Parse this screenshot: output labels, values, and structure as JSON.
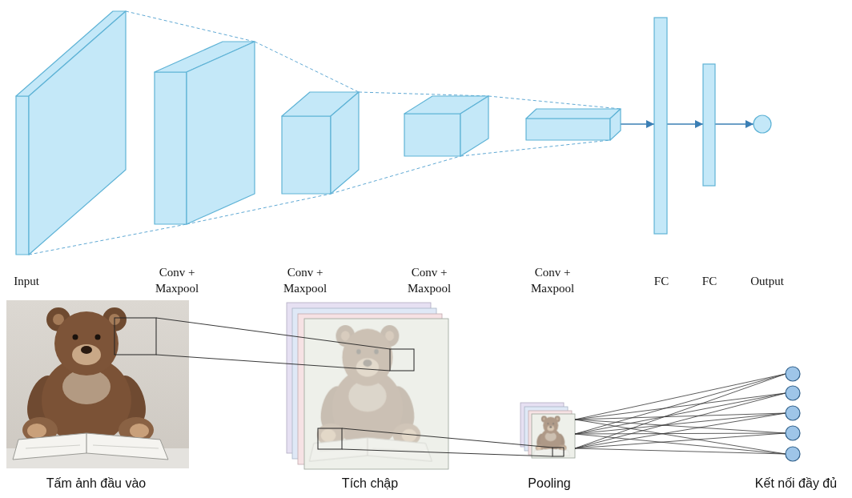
{
  "diagram": {
    "nodes": [
      {
        "text": [
          "Input"
        ]
      },
      {
        "text": [
          "Conv + Maxpool"
        ]
      },
      {
        "text": [
          "Conv + Maxpool"
        ]
      },
      {
        "text": [
          "Conv + Maxpool"
        ]
      },
      {
        "text": [
          "Conv + Maxpool"
        ]
      },
      {
        "text": [
          "FC"
        ]
      },
      {
        "text": [
          "FC"
        ]
      },
      {
        "text": [
          "Output"
        ]
      }
    ],
    "edges": [
      {
        "from": 0,
        "to": 1,
        "arrow": "none"
      },
      {
        "from": 0,
        "to": 1,
        "arrow": "none"
      },
      {
        "from": 1,
        "to": 2,
        "arrow": "none"
      },
      {
        "from": 1,
        "to": 2,
        "arrow": "none"
      },
      {
        "from": 2,
        "to": 3,
        "arrow": "none"
      },
      {
        "from": 2,
        "to": 3,
        "arrow": "none"
      },
      {
        "from": 3,
        "to": 4,
        "arrow": "none"
      },
      {
        "from": 3,
        "to": 4,
        "arrow": "none"
      },
      {
        "from": 4,
        "to": 5,
        "arrow": "to"
      },
      {
        "from": 5,
        "to": 6,
        "arrow": "to"
      },
      {
        "from": 6,
        "to": 7,
        "arrow": "to"
      }
    ],
    "labels": [
      "Tấm ảnh đầu vào",
      "Tích chập",
      "Pooling",
      "Kết nối đầy đủ"
    ]
  }
}
